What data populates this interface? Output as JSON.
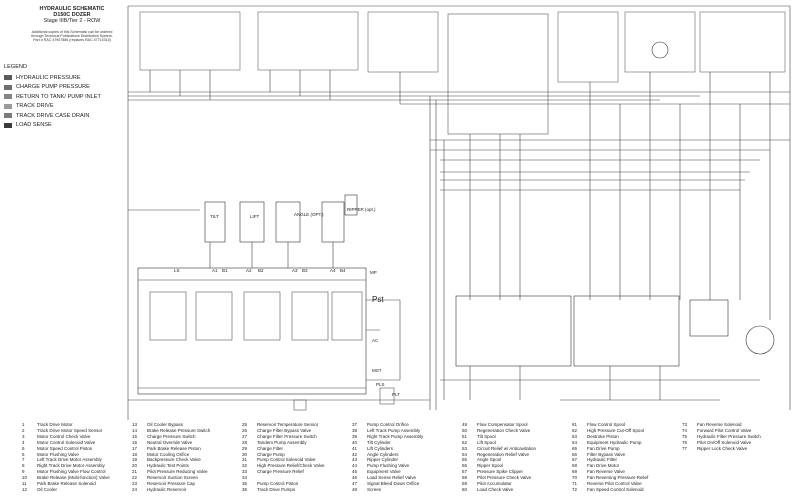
{
  "title": {
    "line1": "HYDRAULIC SCHEMATIC",
    "line2": "D150C DOZER",
    "line3": "Stage IIIB/Tier 2 - ROW",
    "note1": "Additional copies of this Schematic can be ordered",
    "note2": "through Technical Publications Distribution System.",
    "note3": "Part # RAC 47907886 (replaces RAC 47714315)"
  },
  "legend": {
    "title": "LEGEND",
    "items": [
      {
        "label": "HYDRAULIC PRESSURE",
        "color": "#5a5a5a"
      },
      {
        "label": "CHARGE PUMP PRESSURE",
        "color": "#6e6e6e"
      },
      {
        "label": "RETURN TO TANK/ PUMP INLET",
        "color": "#858585"
      },
      {
        "label": "TRACK DRIVE",
        "color": "#9a9a9a"
      },
      {
        "label": "TRACK DRIVE CASE DRAIN",
        "color": "#7a7a7a"
      },
      {
        "label": "LOAD SENSE",
        "color": "#3a3a3a"
      }
    ]
  },
  "labels": {
    "tilt": "TILT",
    "lift": "LIFT",
    "angle": "ANGLE (OPT.)",
    "ripper": "RIPPER (opt.)",
    "ls": "LS",
    "mp": "MP",
    "a1": "A1",
    "b1": "B1",
    "a2": "A2",
    "b2": "B2",
    "a3": "A3",
    "b3": "B3",
    "a4": "A4",
    "b4": "B4",
    "pst": "Pst",
    "ac": "AC",
    "mst": "MST",
    "pls": "PLS",
    "plt": "PLT"
  },
  "parts": [
    [
      {
        "n": "1",
        "t": "Track Drive Motor"
      },
      {
        "n": "2",
        "t": "Track Drive Motor Speed Sensor"
      },
      {
        "n": "3",
        "t": "Motor Control Check Valve"
      },
      {
        "n": "4",
        "t": "Motor Control Solenoid Valve"
      },
      {
        "n": "5",
        "t": "Motor Speed Control Piston"
      },
      {
        "n": "6",
        "t": "Motor Flushing Valve"
      },
      {
        "n": "7",
        "t": "Left Track Drive Motor Assembly"
      },
      {
        "n": "8",
        "t": "Right Track Drive Motor Assembly"
      },
      {
        "n": "9",
        "t": "Motor Flushing Valve Flow Control"
      },
      {
        "n": "10",
        "t": "Brake Release (Multi-function) Valve"
      },
      {
        "n": "11",
        "t": "Park Brake Release Solenoid"
      },
      {
        "n": "12",
        "t": "Oil Cooler"
      }
    ],
    [
      {
        "n": "13",
        "t": "Oil Cooler Bypass"
      },
      {
        "n": "14",
        "t": "Brake Release Pressure Switch"
      },
      {
        "n": "15",
        "t": "Charge Pressure Switch"
      },
      {
        "n": "16",
        "t": "Neutral Override Valve"
      },
      {
        "n": "17",
        "t": "Park Brake Release Piston"
      },
      {
        "n": "18",
        "t": "Motor Cooling Orifice"
      },
      {
        "n": "19",
        "t": "Backpressure Check Valve"
      },
      {
        "n": "20",
        "t": "Hydraulic Test Points"
      },
      {
        "n": "21",
        "t": "Pilot Pressure Reducing Valve"
      },
      {
        "n": "22",
        "t": "Reservoir Suction Screen"
      },
      {
        "n": "23",
        "t": "Reservoir Pressure Cap"
      },
      {
        "n": "24",
        "t": "Hydraulic Reservoir"
      }
    ],
    [
      {
        "n": "25",
        "t": "Reservoir Temperature Sensor"
      },
      {
        "n": "26",
        "t": "Charge Filter Bypass Valve"
      },
      {
        "n": "27",
        "t": "Charge Filter Pressure Switch"
      },
      {
        "n": "28",
        "t": "Tandem Pump Assembly"
      },
      {
        "n": "29",
        "t": "Charge Filter"
      },
      {
        "n": "30",
        "t": "Charge Pump"
      },
      {
        "n": "31",
        "t": "Pump Control Solenoid Valve"
      },
      {
        "n": "32",
        "t": "High Pressure Relief/Check Valve"
      },
      {
        "n": "33",
        "t": "Charge Pressure Relief"
      },
      {
        "n": "34",
        "t": ""
      },
      {
        "n": "35",
        "t": "Pump Control Piston"
      },
      {
        "n": "36",
        "t": "Track Drive Pumps"
      }
    ],
    [
      {
        "n": "37",
        "t": "Pump Control Orifice"
      },
      {
        "n": "38",
        "t": "Left Track Pump Assembly"
      },
      {
        "n": "39",
        "t": "Right Track Pump Assembly"
      },
      {
        "n": "40",
        "t": "Tilt Cylinder"
      },
      {
        "n": "41",
        "t": "Lift Cylinders"
      },
      {
        "n": "42",
        "t": "Angle Cylinders"
      },
      {
        "n": "43",
        "t": "Ripper Cylinder"
      },
      {
        "n": "44",
        "t": "Pump Flushing Valve"
      },
      {
        "n": "45",
        "t": "Equipment Valve"
      },
      {
        "n": "46",
        "t": "Load Sense Relief Valve"
      },
      {
        "n": "47",
        "t": "Signal Bleed Down Orifice"
      },
      {
        "n": "48",
        "t": "Screen"
      }
    ],
    [
      {
        "n": "49",
        "t": "Flow Compensator Spool"
      },
      {
        "n": "50",
        "t": "Regeneration Check Valve"
      },
      {
        "n": "51",
        "t": "Tilt Spool"
      },
      {
        "n": "52",
        "t": "Lift Spool"
      },
      {
        "n": "53",
        "t": "Circuit Relief w/ Anticavitation"
      },
      {
        "n": "54",
        "t": "Regeneration Relief Valve"
      },
      {
        "n": "55",
        "t": "Angle Spool"
      },
      {
        "n": "56",
        "t": "Ripper Spool"
      },
      {
        "n": "57",
        "t": "Pressure Spike Clipper"
      },
      {
        "n": "58",
        "t": "Pilot Pressure Check Valve"
      },
      {
        "n": "59",
        "t": "Pilot Accumulator"
      },
      {
        "n": "60",
        "t": "Load Check Valve"
      }
    ],
    [
      {
        "n": "61",
        "t": "Flow Control Spool"
      },
      {
        "n": "62",
        "t": "High Pressure Cut-Off Spool"
      },
      {
        "n": "63",
        "t": "Destroke Piston"
      },
      {
        "n": "64",
        "t": "Equipment Hydraulic Pump"
      },
      {
        "n": "65",
        "t": "Fan Drive Pump"
      },
      {
        "n": "66",
        "t": "Filter Bypass Valve"
      },
      {
        "n": "67",
        "t": "Hydraulic Filter"
      },
      {
        "n": "68",
        "t": "Fan Drive Motor"
      },
      {
        "n": "69",
        "t": "Fan Reverse Valve"
      },
      {
        "n": "70",
        "t": "Fan Reversing Pressure Relief"
      },
      {
        "n": "71",
        "t": "Reverse Pilot Control Valve"
      },
      {
        "n": "72",
        "t": "Fan Speed Control Solenoid"
      }
    ],
    [
      {
        "n": "73",
        "t": "Fan Reverse Solenoid"
      },
      {
        "n": "74",
        "t": "Forward Pilot Control Valve"
      },
      {
        "n": "75",
        "t": "Hydraulic Filter Pressure Switch"
      },
      {
        "n": "76",
        "t": "Pilot On/Off Solenoid Valve"
      },
      {
        "n": "77",
        "t": "Ripper Lock Check Valve"
      }
    ]
  ]
}
